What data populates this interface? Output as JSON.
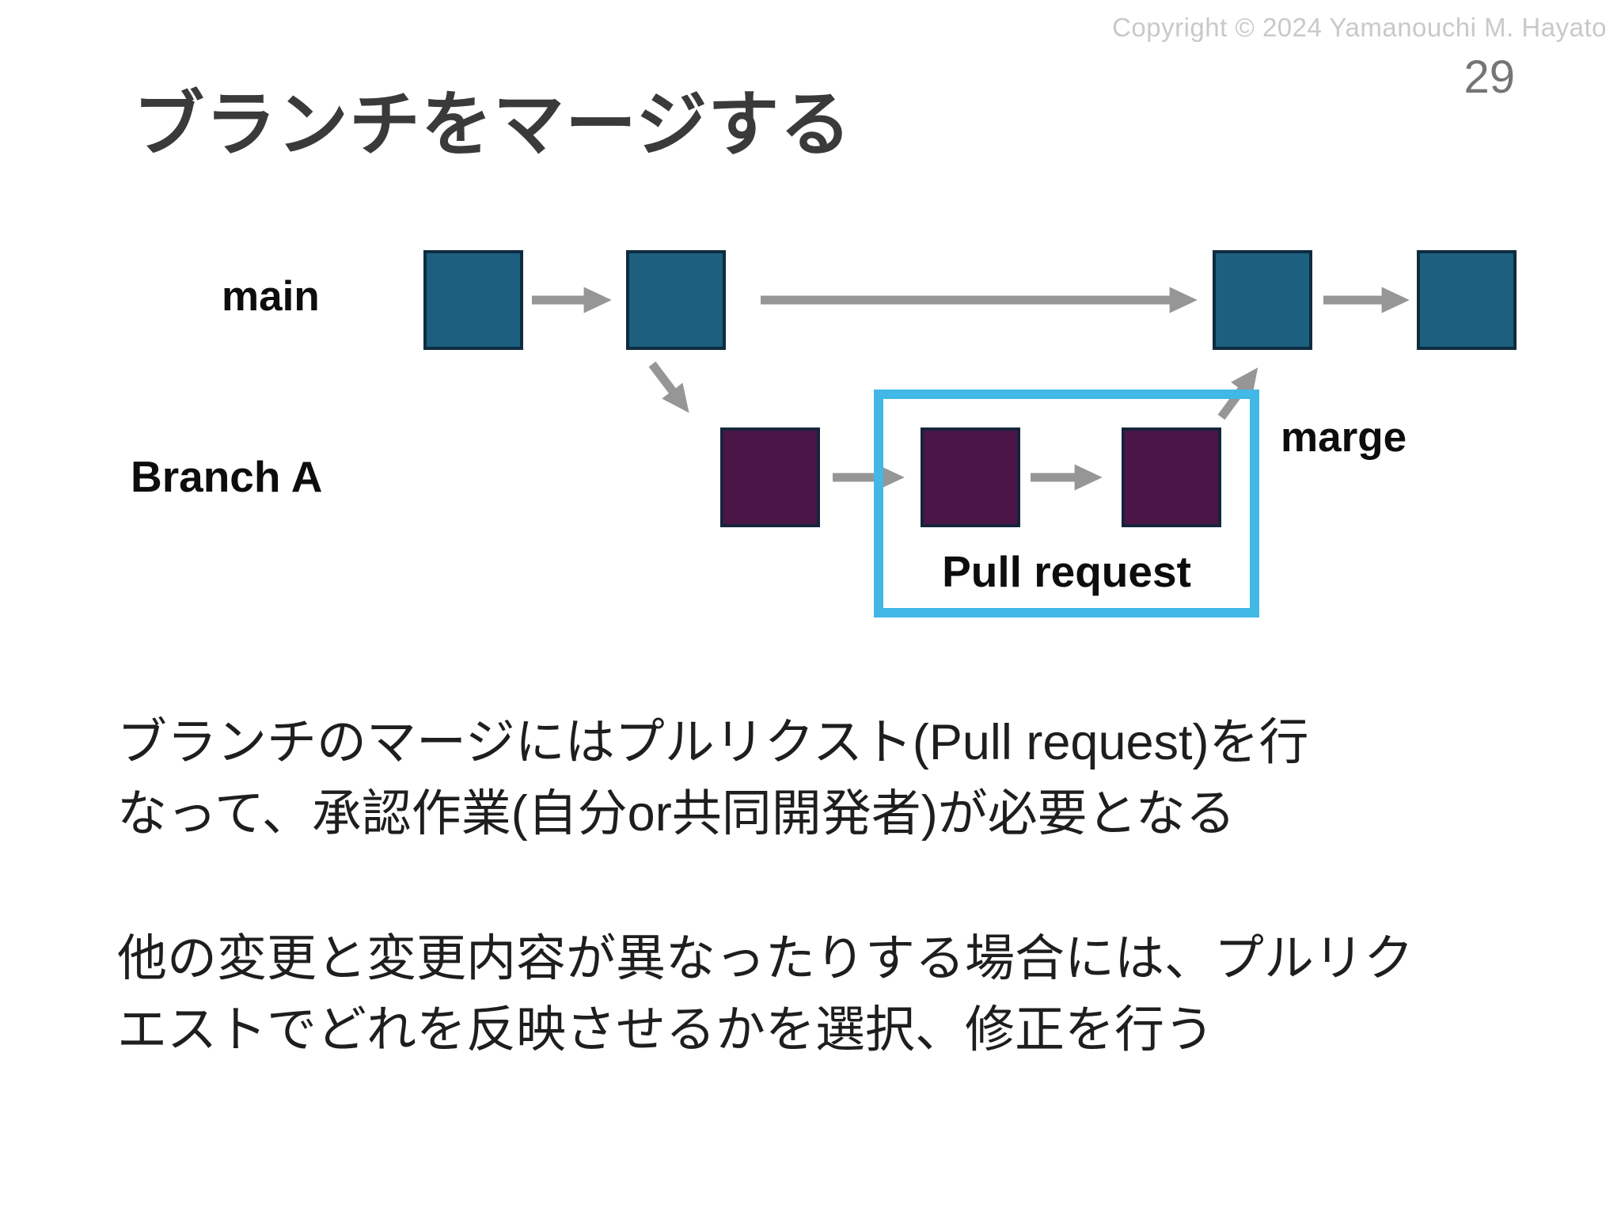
{
  "header": {
    "copyright": "Copyright © 2024 Yamanouchi M. Hayato",
    "page_number": "29",
    "title": "ブランチをマージする"
  },
  "diagram": {
    "main_label": "main",
    "branch_label": "Branch A",
    "pull_request_label": "Pull request",
    "merge_label": "marge",
    "main_commit_count": 4,
    "branch_commit_count": 3,
    "colors": {
      "main_commit_fill": "#1d5f7e",
      "main_commit_border": "#0e2c40",
      "branch_commit_fill": "#4b1647",
      "branch_commit_border": "#16243c",
      "pull_request_box": "#41b8e6",
      "arrow": "#969696"
    }
  },
  "body": {
    "paragraphs": [
      {
        "line1": "ブランチのマージにはプルリクスト(Pull request)を行",
        "line2": "なって、承認作業(自分or共同開発者)が必要となる"
      },
      {
        "line1": "他の変更と変更内容が異なったりする場合には、プルリク",
        "line2": "エストでどれを反映させるかを選択、修正を行う"
      }
    ]
  }
}
